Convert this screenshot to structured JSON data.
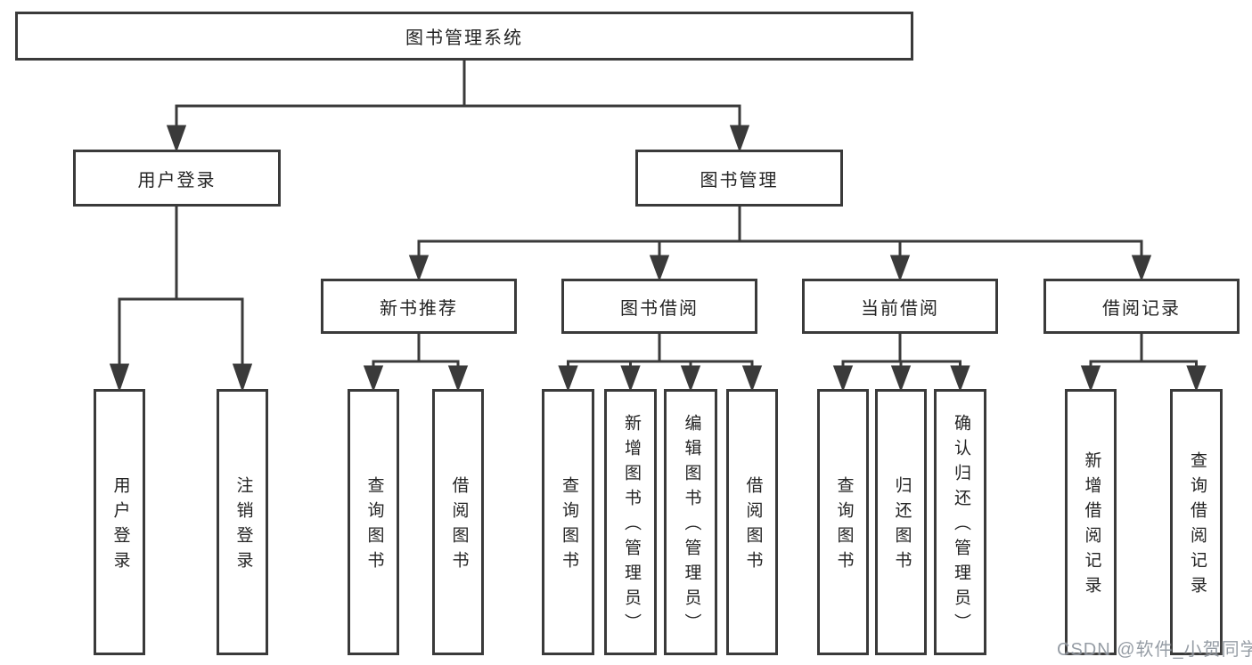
{
  "tree": {
    "root": "图书管理系统",
    "children": [
      {
        "label": "用户登录",
        "leaves": [
          "用户登录",
          "注销登录"
        ]
      },
      {
        "label": "图书管理",
        "children": [
          {
            "label": "新书推荐",
            "leaves": [
              "查询图书",
              "借阅图书"
            ]
          },
          {
            "label": "图书借阅",
            "leaves": [
              "查询图书",
              "新增图书（管理员）",
              "编辑图书（管理员）",
              "借阅图书"
            ]
          },
          {
            "label": "当前借阅",
            "leaves": [
              "查询图书",
              "归还图书",
              "确认归还（管理员）"
            ]
          },
          {
            "label": "借阅记录",
            "leaves": [
              "新增借阅记录",
              "查询借阅记录"
            ]
          }
        ]
      }
    ]
  },
  "watermark": {
    "text": "CSDN @软件_小贺同学"
  },
  "colors": {
    "line": "#3a3a3a",
    "text": "#242424",
    "background": "#ffffff",
    "watermark": "#8e959e"
  }
}
